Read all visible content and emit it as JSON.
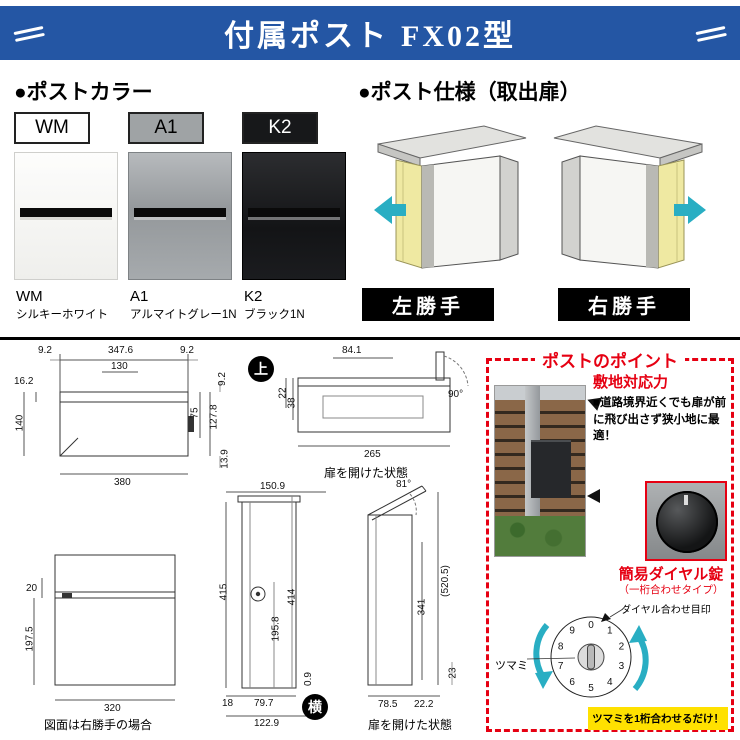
{
  "theme": {
    "header_bg": "#2456a4",
    "accent_red": "#e60012",
    "cyan_arrow": "#29aec3",
    "highlight_yellow": "#ffe100",
    "door_yellow": "#efe9a2",
    "label_black": "#000000"
  },
  "header": {
    "title_main": "付属ポスト",
    "title_model": "FX02型"
  },
  "color_section": {
    "heading": "●ポストカラー",
    "items": [
      {
        "code": "WM",
        "name": "シルキーホワイト",
        "hex": "#f6f6f4"
      },
      {
        "code": "A1",
        "name": "アルマイトグレー1N",
        "hex": "#9a9ea1"
      },
      {
        "code": "K2",
        "name": "ブラック1N",
        "hex": "#1a1b1d"
      }
    ]
  },
  "spec_section": {
    "heading": "●ポスト仕様（取出扉）",
    "left_label": "左勝手",
    "right_label": "右勝手"
  },
  "drawings": {
    "marker_top": "上",
    "marker_side": "横",
    "caption_door_open_1": "扉を開けた状態",
    "caption_door_open_2": "扉を開けた状態",
    "caption_front": "図面は右勝手の場合",
    "d1": {
      "dim_92_left": "9.2",
      "dim_3476": "347.6",
      "dim_92_right": "9.2",
      "dim_130": "130",
      "dim_162": "16.2",
      "dim_140": "140",
      "dim_75": "75",
      "dim_1278": "127.8",
      "dim_92_r": "9.2",
      "dim_139": "13.9",
      "dim_380": "380"
    },
    "d2": {
      "dim_841": "84.1",
      "dim_22": "22",
      "dim_38": "38",
      "dim_265": "265",
      "angle_90": "90°"
    },
    "d3": {
      "dim_20": "20",
      "dim_1975": "197.5",
      "dim_320": "320"
    },
    "d4": {
      "dim_1509": "150.9",
      "dim_415": "415",
      "dim_1958": "195.8",
      "dim_414": "414",
      "dim_797": "79.7",
      "dim_18": "18",
      "dim_1229": "122.9",
      "dim_09": "0.9"
    },
    "d5": {
      "angle_81": "81°",
      "dim_341": "341",
      "dim_5205": "(520.5)",
      "dim_785": "78.5",
      "dim_222": "22.2",
      "dim_23": "23"
    }
  },
  "points": {
    "title": "ポストのポイント",
    "feature1_title": "敷地対応力",
    "feature1_text": "■道路境界近くでも扉が前に飛び出さず狭小地に最適！",
    "feature2_title": "簡易ダイヤル錠",
    "feature2_subtitle": "（一桁合わせタイプ）",
    "dial_mark_label": "ダイヤル合わせ目印",
    "knob_label": "ツマミ",
    "highlight": "ツマミを1桁合わせるだけ！",
    "dial_numbers": [
      "0",
      "1",
      "2",
      "3",
      "4",
      "5",
      "6",
      "7",
      "8",
      "9"
    ]
  }
}
